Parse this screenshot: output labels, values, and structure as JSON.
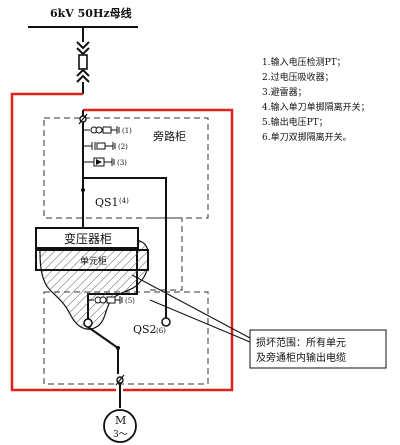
{
  "bus_label": "6kV 50Hz母线",
  "legend": [
    "1.输入电压检测PT；",
    "2.过电压吸收器；",
    "3.避雷器；",
    "4.输入单刀单掷隔离开关；",
    "5.输出电压PT；",
    "6.单刀双掷隔离开关。"
  ],
  "bypass_cabinet_label": "旁路柜",
  "transformer_cabinet_label": "变压器柜",
  "unit_cabinet_label": "单元柜",
  "qs1_label": "QS1",
  "qs1_num": "(4)",
  "qs2_label": "QS2",
  "qs2_num": "(6)",
  "component_nums": [
    "(1)",
    "(2)",
    "(3)",
    "(5)"
  ],
  "damage_note_line1": "损坏范围：所有单元",
  "damage_note_line2": "及旁通柜内输出电缆",
  "motor_label": "M",
  "motor_sub": "3～",
  "colors": {
    "red_cable": "#e0201b",
    "line": "#111111",
    "hatch": "#555555"
  }
}
